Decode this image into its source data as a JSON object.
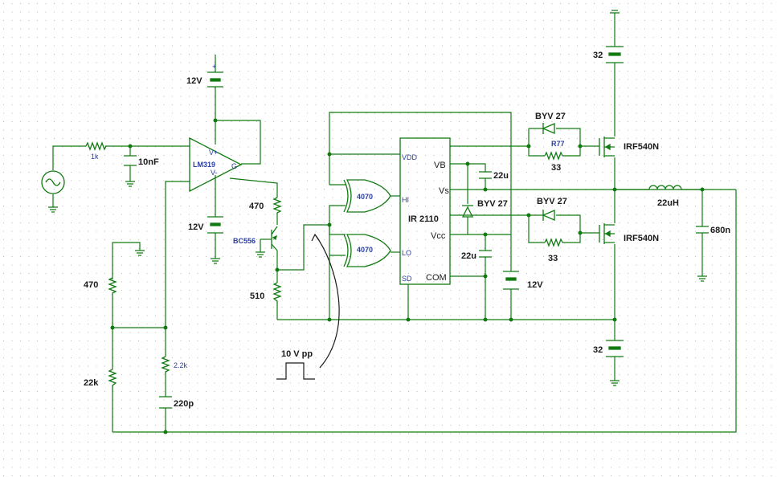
{
  "colors": {
    "wire": "#117a11",
    "label": "#1a1a1a",
    "pin_label": "#2a3fa0",
    "grid_dot": "#b8b8b8"
  },
  "labels": {
    "r_in": "1k",
    "c_in": "10nF",
    "batt_top_comp": "12V",
    "batt_bot_comp": "12V",
    "comparator": "LM319",
    "comp_vplus": "V+",
    "comp_vminus": "V-",
    "comp_g": "G",
    "r_470_top": "470",
    "transistor": "BC556",
    "r_510": "510",
    "r_470_left": "470",
    "r_22k": "22k",
    "r_2k2": "2.2k",
    "c_220p": "220p",
    "xor_top": "4070",
    "xor_bot": "4070",
    "ic_name": "IR 2110",
    "pin_vdd": "VDD",
    "pin_hi": "HI",
    "pin_lo": "LO",
    "pin_sd": "SD",
    "pin_vb": "VB",
    "pin_vs": "Vs",
    "pin_vcc": "Vcc",
    "pin_com": "COM",
    "c_22u_top": "22u",
    "c_22u_bot": "22u",
    "diode_boot": "BYV 27",
    "batt_12v_driver": "12V",
    "diode_top_gate": "BYV 27",
    "r77": "R77",
    "r_33_top": "33",
    "mosfet_top": "IRF540N",
    "diode_bot_gate": "BYV 27",
    "r_33_bot": "33",
    "mosfet_bot": "IRF540N",
    "batt_32_top": "32",
    "batt_32_bot": "32",
    "inductor": "22uH",
    "c_680n": "680n",
    "signal_annotation": "10 V pp"
  }
}
